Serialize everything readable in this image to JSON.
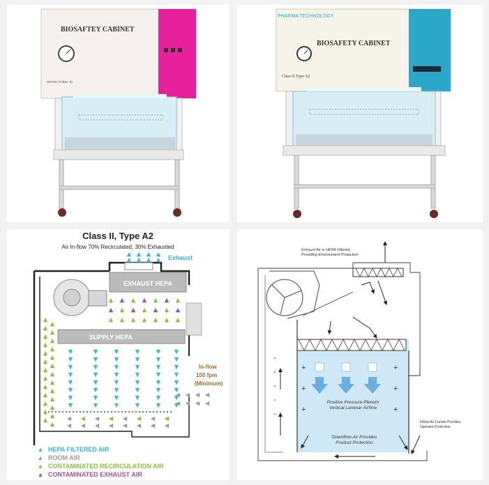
{
  "photo1": {
    "title": "BIOSAFTEY CABINET",
    "model": "MODEL PUBSC III",
    "colors": {
      "body": "#f6f1ee",
      "panel": "#e61f9b",
      "frame": "#d9d9d9",
      "glass": "#d8eef6"
    }
  },
  "photo2": {
    "brand": "PHARMA TECHNOLOGY",
    "title": "BIOSAFETY CABINET",
    "class_label": "Class II Type A2",
    "colors": {
      "body": "#f6f3e8",
      "panel": "#2aa6c8",
      "frame": "#d9d9d9",
      "glass": "#d8eef6"
    }
  },
  "diagram_a2": {
    "title": "Class II, Type A2",
    "subtitle": "Air In-flow 70% Recirculated, 30% Exhausted",
    "exhaust": "Exhaust",
    "exhaust_hepa": "EXHAUST HEPA",
    "supply_hepa": "SUPPLY HEPA",
    "inflow": [
      "In-flow",
      "100 fpm",
      "(Minimum)"
    ],
    "legend": [
      {
        "label": "HEPA FILTERED AIR",
        "color": "#3fb3dc"
      },
      {
        "label": "ROOM AIR",
        "color": "#9b9b9b"
      },
      {
        "label": "CONTAMINATED RECIRCULATION AIR",
        "color": "#8bbf3e"
      },
      {
        "label": "CONTAMINATED EXHAUST AIR",
        "color": "#a64ea1"
      }
    ],
    "colors": {
      "inflow_text": "#9a6b2e",
      "exhaust_text": "#3fb3dc"
    }
  },
  "diagram_flow": {
    "exhaust_note": [
      "Exhaust Air is HEPA Filtered,",
      "Providing Environment Protection"
    ],
    "plenum": [
      "Positive Pressure Plenum",
      "Vertical Laminar Airflow"
    ],
    "downflow": [
      "Downflow Air Provides",
      "Product Protection"
    ],
    "inflow_note": [
      "Inflow Air Curtain Provides",
      "Operator Protection"
    ],
    "colors": {
      "work_zone": "#cfe8f7",
      "arrow": "#6aaee0"
    }
  }
}
